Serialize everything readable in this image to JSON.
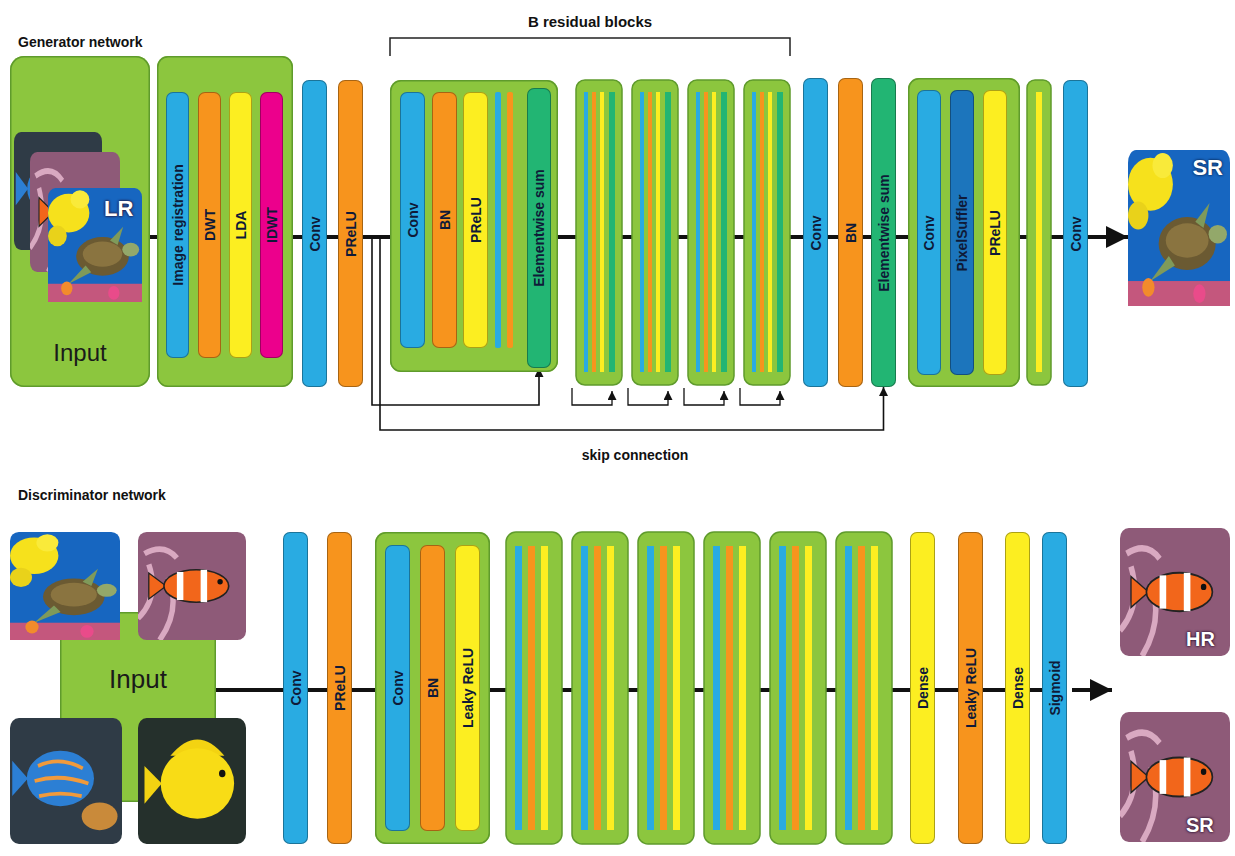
{
  "diagram": {
    "nodes": [
      {
        "text": [
          "Input"
        ]
      },
      {
        "text": []
      },
      {
        "text": [
          "Image registration"
        ],
        "in": 1
      },
      {
        "text": [
          "DWT"
        ],
        "in": 1
      },
      {
        "text": [
          "LDA"
        ],
        "in": 1
      },
      {
        "text": [
          "IDWT"
        ],
        "in": 1
      },
      {
        "text": [
          "Conv"
        ]
      },
      {
        "text": [
          "PReLU"
        ]
      },
      {
        "text": []
      },
      {
        "text": [
          "Conv"
        ],
        "in": 8
      },
      {
        "text": [
          "BN"
        ],
        "in": 8
      },
      {
        "text": [
          "PReLU"
        ],
        "in": 8
      },
      {
        "text": [
          "Elementwise sum"
        ],
        "in": 8
      },
      {
        "text": [
          "Conv"
        ]
      },
      {
        "text": [
          "BN"
        ]
      },
      {
        "text": [
          "Elementwise sum"
        ]
      },
      {
        "text": []
      },
      {
        "text": [
          "Conv"
        ],
        "in": 16
      },
      {
        "text": [
          "PixelSuffler"
        ],
        "in": 16
      },
      {
        "text": [
          "PReLU"
        ],
        "in": 16
      },
      {
        "text": [
          "Conv"
        ]
      },
      {
        "text": [
          "SR"
        ]
      },
      {
        "text": [
          "Input"
        ]
      },
      {
        "text": [
          "Conv"
        ]
      },
      {
        "text": [
          "PReLU"
        ]
      },
      {
        "text": []
      },
      {
        "text": [
          "Conv"
        ],
        "in": 25
      },
      {
        "text": [
          "BN"
        ],
        "in": 25
      },
      {
        "text": [
          "Leaky ReLU"
        ],
        "in": 25
      },
      {
        "text": [
          "Dense"
        ]
      },
      {
        "text": [
          "Leaky ReLU"
        ]
      },
      {
        "text": [
          "Dense"
        ]
      },
      {
        "text": [
          "Sigmoid"
        ]
      }
    ],
    "edges": [
      {
        "from": 0,
        "to": 1,
        "arrow": "none"
      },
      {
        "from": 1,
        "to": 6,
        "arrow": "none"
      },
      {
        "from": 6,
        "to": 7,
        "arrow": "none"
      },
      {
        "from": 7,
        "to": 8,
        "arrow": "none"
      },
      {
        "from": 8,
        "to": 13,
        "arrow": "none"
      },
      {
        "from": 13,
        "to": 14,
        "arrow": "none"
      },
      {
        "from": 14,
        "to": 15,
        "arrow": "none"
      },
      {
        "from": 15,
        "to": 16,
        "arrow": "none"
      },
      {
        "from": 16,
        "to": 20,
        "arrow": "none"
      },
      {
        "from": 20,
        "to": 21,
        "arrow": "to"
      },
      {
        "from": 7,
        "to": 12,
        "arrow": "to"
      },
      {
        "from": 7,
        "to": 15,
        "arrow": "to"
      },
      {
        "from": 22,
        "to": 23,
        "arrow": "none"
      },
      {
        "from": 23,
        "to": 24,
        "arrow": "none"
      },
      {
        "from": 24,
        "to": 25,
        "arrow": "none"
      },
      {
        "from": 25,
        "to": 29,
        "arrow": "none"
      },
      {
        "from": 29,
        "to": 30,
        "arrow": "none"
      },
      {
        "from": 30,
        "to": 31,
        "arrow": "none"
      },
      {
        "from": 31,
        "to": 32,
        "arrow": "none"
      }
    ],
    "labels": [
      "Generator network",
      "B residual blocks",
      "LR",
      "skip connection",
      "Discriminator network",
      "HR",
      "SR"
    ]
  }
}
